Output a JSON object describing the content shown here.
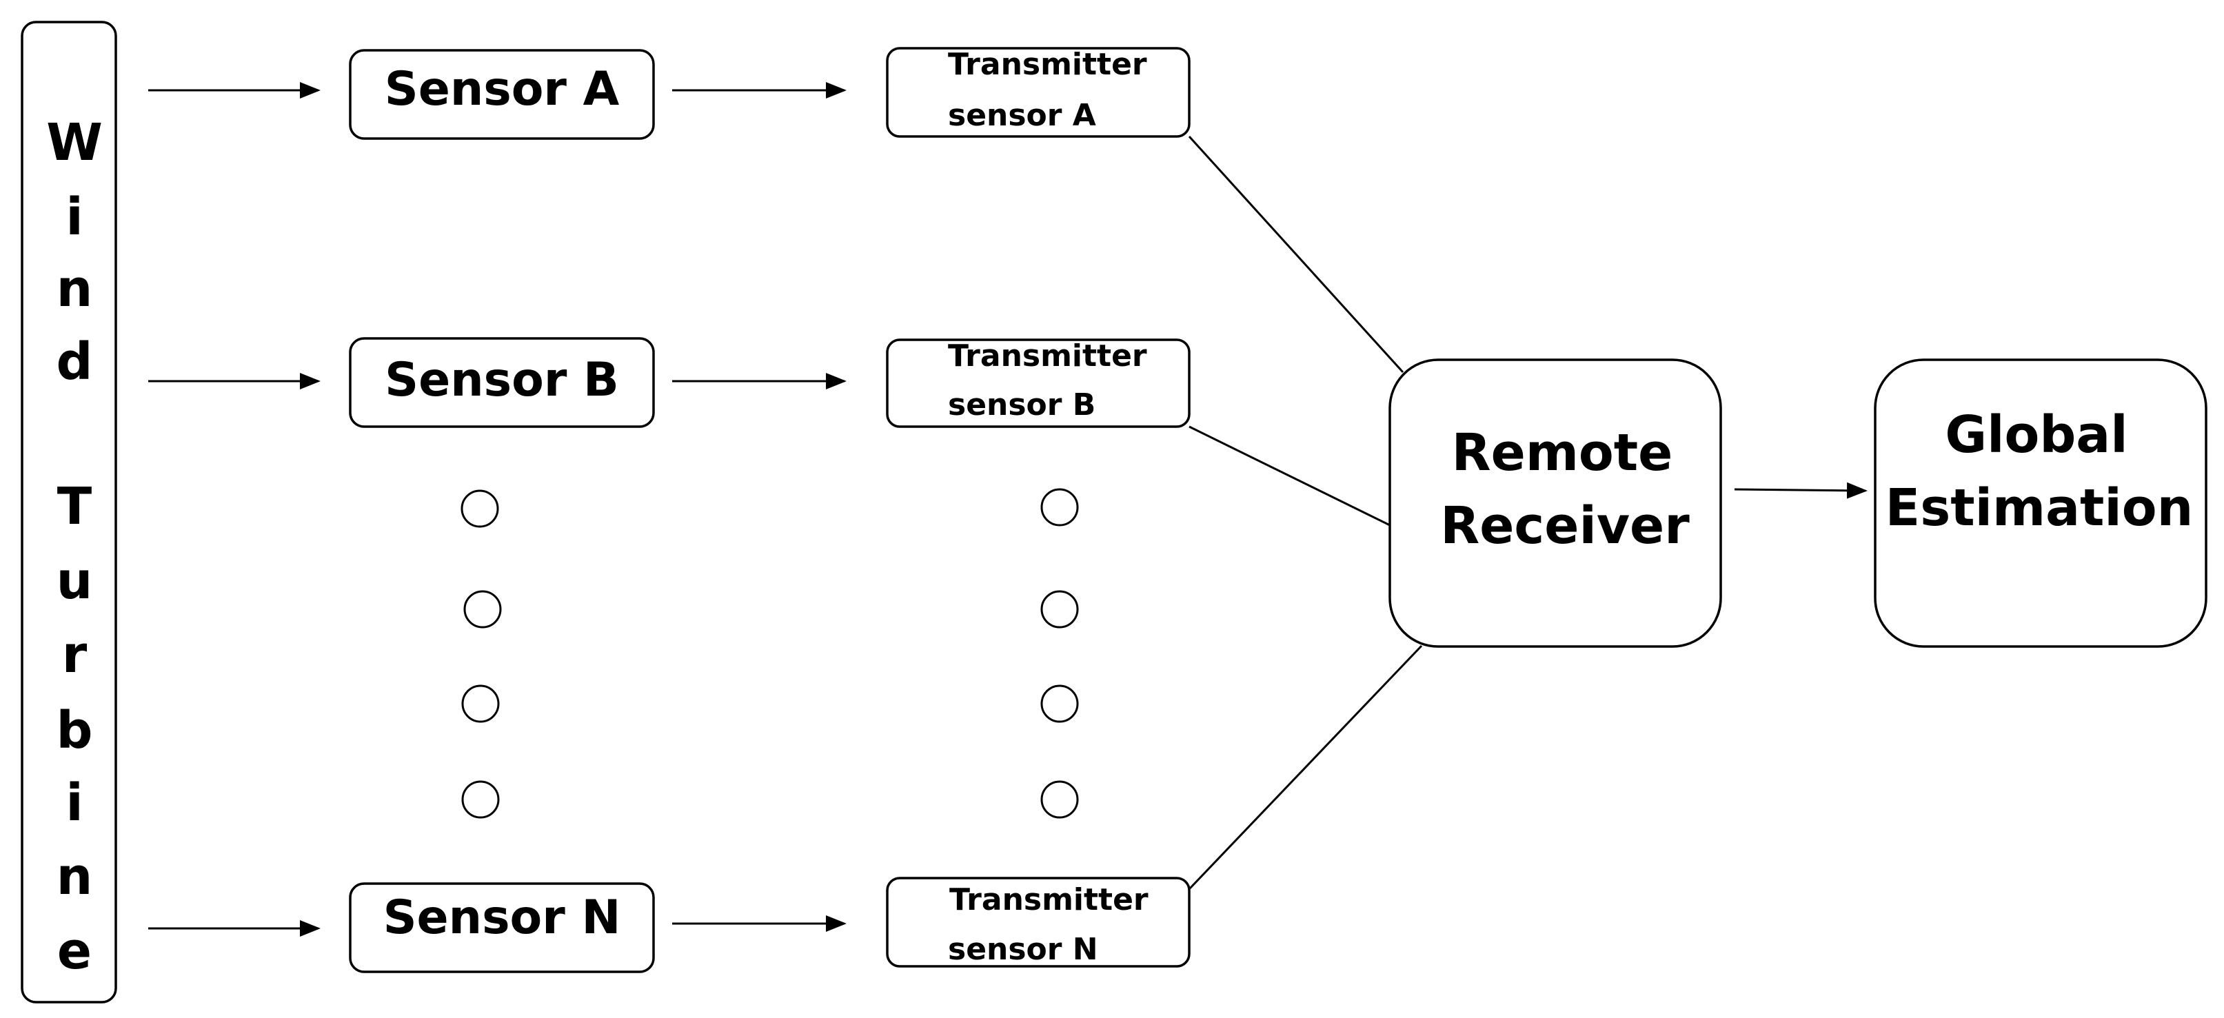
{
  "wind_turbine": {
    "letters": [
      "W",
      "i",
      "n",
      "d",
      "T",
      "u",
      "r",
      "b",
      "i",
      "n",
      "e"
    ]
  },
  "sensors": [
    {
      "label": "Sensor A",
      "transmitter_line1": "Transmitter",
      "transmitter_line2": "sensor A"
    },
    {
      "label": "Sensor B",
      "transmitter_line1": "Transmitter",
      "transmitter_line2": "sensor B"
    },
    {
      "label": "Sensor N",
      "transmitter_line1": "Transmitter",
      "transmitter_line2": "sensor N"
    }
  ],
  "receiver": {
    "line1": "Remote",
    "line2": "Receiver"
  },
  "estimation": {
    "line1": "Global",
    "line2": "Estimation"
  },
  "ellipsis_dots_per_column": 4
}
